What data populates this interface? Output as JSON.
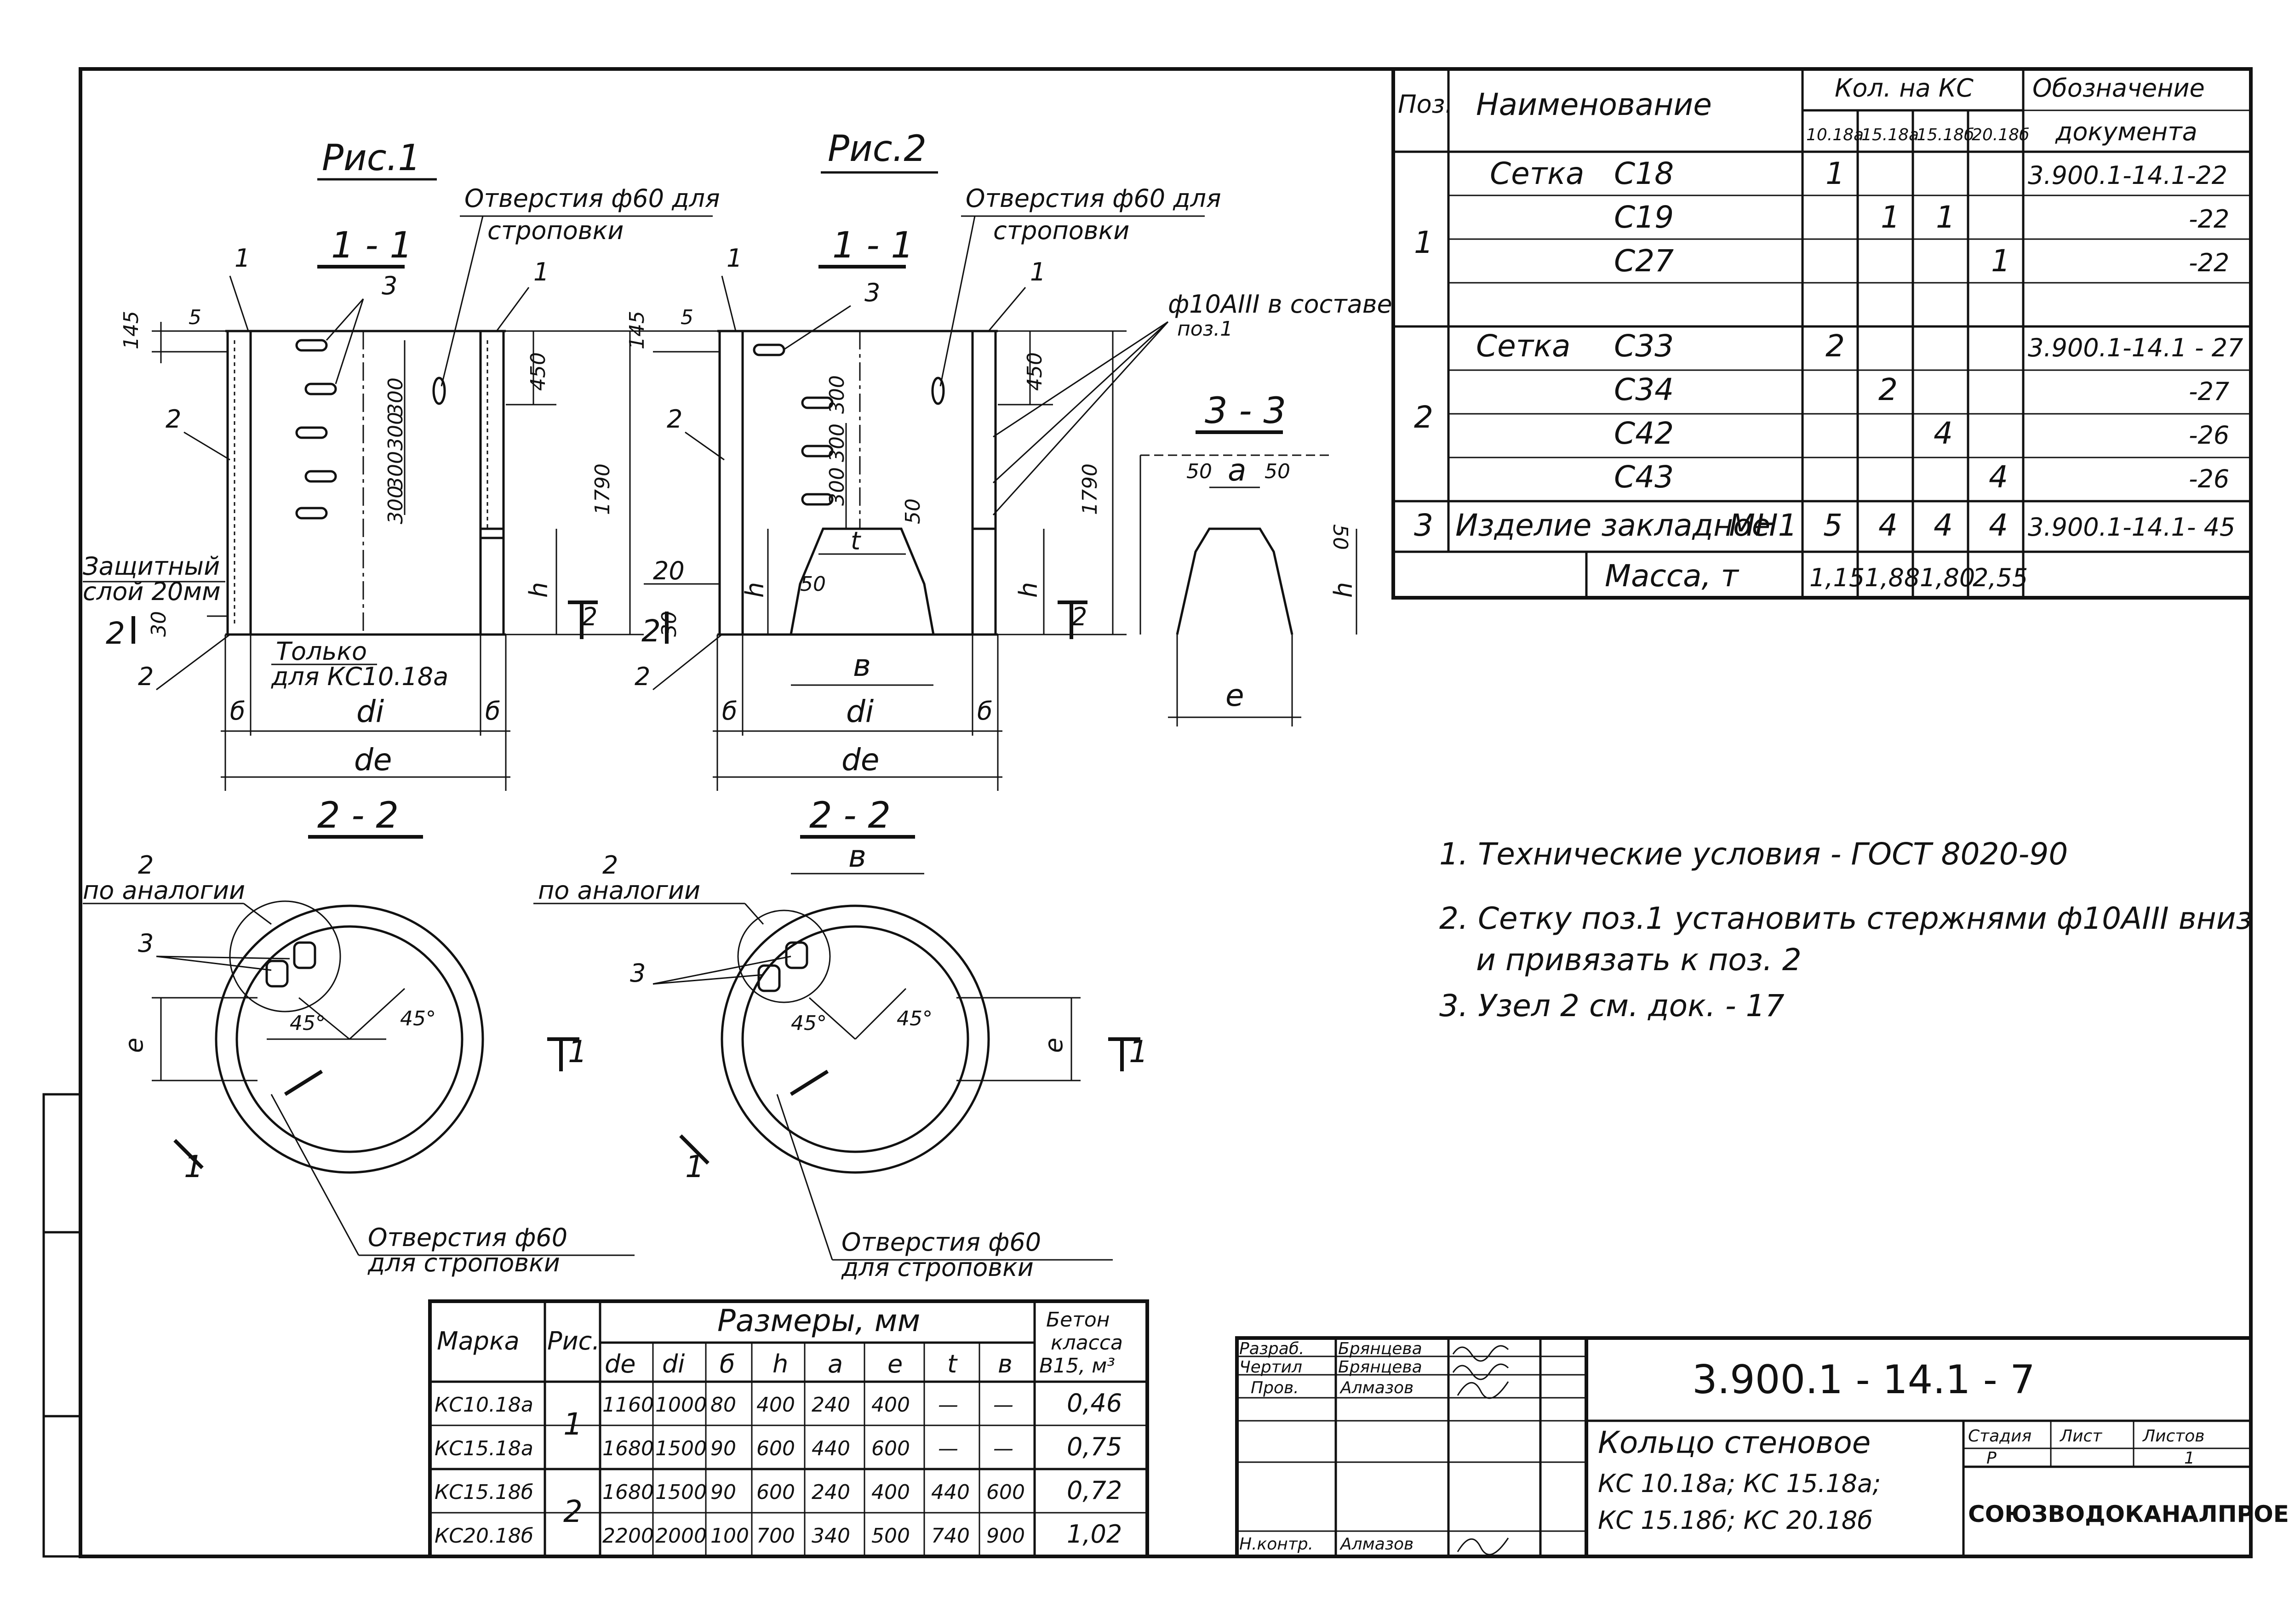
{
  "figures": {
    "fig1_title": "Рис.1",
    "fig2_title": "Рис.2",
    "section_1_1": "1 - 1",
    "section_2_2": "2 - 2",
    "section_3_3": "3 - 3",
    "hole_note_fig1": [
      "Отверстия ф60 для",
      "строповки"
    ],
    "hole_note_fig2": [
      "Отверстия ф60 для",
      "строповки"
    ],
    "rebar_note": [
      "ф10AIII в составе",
      "поз.1"
    ],
    "protective_layer": [
      "Защитный",
      "слой 20мм"
    ],
    "only_for": [
      "Только",
      "для КС10.18а"
    ],
    "analogy": [
      "2",
      "по аналогии"
    ],
    "bottom_hole_note": [
      "Отверстия ф60",
      "для строповки"
    ],
    "dims": {
      "d145": "145",
      "d5": "5",
      "d300": "300",
      "d450": "450",
      "d1790": "1790",
      "d30": "30",
      "d20": "20",
      "d50": "50",
      "h": "h",
      "t": "t",
      "b": "в",
      "di": "di",
      "de": "de",
      "delta": "б",
      "a": "a",
      "e": "е",
      "angle": "45°"
    },
    "pos_marks": [
      "1",
      "2",
      "3"
    ],
    "section_marks": [
      "2",
      "1"
    ]
  },
  "spec_table": {
    "headers": {
      "pos": "Поз.",
      "name": "Наименование",
      "qty": "Кол. на КС",
      "designation": [
        "Обозначение",
        "документа"
      ]
    },
    "qty_cols": [
      "10.18а",
      "15.18а",
      "15.18б",
      "20.18б"
    ],
    "rows": [
      {
        "pos": "1",
        "name": "Сетка",
        "item": "С18",
        "q": [
          "1",
          "",
          "",
          ""
        ],
        "doc": "3.900.1-14.1-22"
      },
      {
        "pos": "",
        "name": "",
        "item": "С19",
        "q": [
          "",
          "1",
          "1",
          ""
        ],
        "doc": "-22"
      },
      {
        "pos": "",
        "name": "",
        "item": "С27",
        "q": [
          "",
          "",
          "",
          "1"
        ],
        "doc": "-22"
      },
      {
        "pos": "2",
        "name": "Сетка",
        "item": "С33",
        "q": [
          "2",
          "",
          "",
          ""
        ],
        "doc": "3.900.1-14.1 - 27"
      },
      {
        "pos": "",
        "name": "",
        "item": "С34",
        "q": [
          "",
          "2",
          "",
          ""
        ],
        "doc": "-27"
      },
      {
        "pos": "",
        "name": "",
        "item": "С42",
        "q": [
          "",
          "",
          "4",
          ""
        ],
        "doc": "-26"
      },
      {
        "pos": "",
        "name": "",
        "item": "С43",
        "q": [
          "",
          "",
          "",
          "4"
        ],
        "doc": "-26"
      },
      {
        "pos": "3",
        "name": "Изделие закладное",
        "item": "МН1",
        "q": [
          "5",
          "4",
          "4",
          "4"
        ],
        "doc": "3.900.1-14.1- 45"
      }
    ],
    "mass_label": "Масса, т",
    "mass": [
      "1,15",
      "1,88",
      "1,80",
      "2,55"
    ]
  },
  "notes": [
    "1. Технические условия - ГОСТ 8020-90",
    "2. Сетку поз.1 установить стержнями ф10AIII вниз",
    "и привязать к поз. 2",
    "3. Узел 2 см. док. - 17"
  ],
  "dims_table": {
    "headers": {
      "mark": "Марка",
      "fig": "Рис.",
      "sizes": "Размеры, мм",
      "concrete": [
        "Бетон",
        "класса",
        "В15, м³"
      ]
    },
    "cols": [
      "de",
      "di",
      "б",
      "h",
      "a",
      "е",
      "t",
      "в"
    ],
    "rows": [
      {
        "mark": "КС10.18а",
        "v": [
          "1160",
          "1000",
          "80",
          "400",
          "240",
          "400",
          "—",
          "—"
        ],
        "vol": "0,46"
      },
      {
        "mark": "КС15.18а",
        "v": [
          "1680",
          "1500",
          "90",
          "600",
          "440",
          "600",
          "—",
          "—"
        ],
        "vol": "0,75"
      },
      {
        "mark": "КС15.18б",
        "v": [
          "1680",
          "1500",
          "90",
          "600",
          "240",
          "400",
          "440",
          "600"
        ],
        "vol": "0,72"
      },
      {
        "mark": "КС20.18б",
        "v": [
          "2200",
          "2000",
          "100",
          "700",
          "340",
          "500",
          "740",
          "900"
        ],
        "vol": "1,02"
      }
    ],
    "fig_groups": [
      "1",
      "2"
    ]
  },
  "title_block": {
    "roles": [
      "Разраб.",
      "Чертил",
      "Пров.",
      "Н.контр."
    ],
    "names": [
      "Брянцева",
      "Брянцева",
      "Алмазов",
      "Алмазов"
    ],
    "code": "3.900.1 - 14.1 - 7",
    "title": [
      "Кольцо стеновое",
      "КС 10.18а;  КС 15.18а;",
      "КС 15.18б;  КС 20.18б"
    ],
    "stage_label": "Стадия",
    "sheet_label": "Лист",
    "sheets_label": "Листов",
    "stage": "Р",
    "sheets": "1",
    "org": "СОЮЗВОДОКАНАЛПРОЕКТ"
  }
}
